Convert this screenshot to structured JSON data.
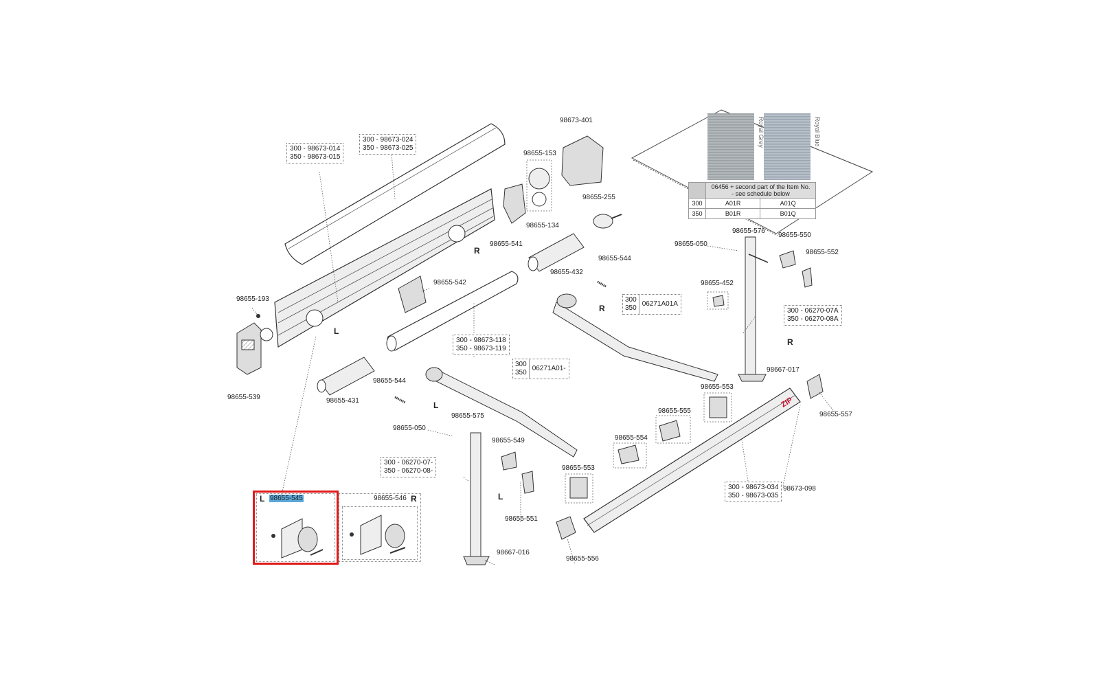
{
  "fabric": {
    "swatches": [
      {
        "name": "Royal Grey",
        "color": "#a3a9ad"
      },
      {
        "name": "Royal Blue",
        "color": "#a4afb8"
      }
    ],
    "schedule": {
      "header": "06456 + second part of the Item No.",
      "subheader": "- see schedule below",
      "rows": [
        {
          "size": "300",
          "grey": "A01R",
          "blue": "A01Q"
        },
        {
          "size": "350",
          "grey": "B01R",
          "blue": "B01Q"
        }
      ]
    }
  },
  "sides": {
    "L": "L",
    "R": "R"
  },
  "boxed_labels": {
    "case_front": [
      "300 - 98673-014",
      "350 - 98673-015"
    ],
    "case_top": [
      "300 - 98673-024",
      "350 - 98673-025"
    ],
    "roller_tube": [
      "300 - 98673-118",
      "350 - 98673-119"
    ],
    "leg_right": [
      "300 - 06270-07A",
      "350 - 06270-08A"
    ],
    "leg_left": [
      "300 - 06270-07-",
      "350 - 06270-08-"
    ],
    "front_rail": [
      "300 - 98673-034",
      "350 - 98673-035"
    ]
  },
  "twin_labels": {
    "arm_right": {
      "sizes": [
        "300",
        "350"
      ],
      "code": "06271A01A"
    },
    "arm_left": {
      "sizes": [
        "300",
        "350"
      ],
      "code": "06271A01-"
    }
  },
  "part_labels": {
    "p401": "98673-401",
    "p153": "98655-153",
    "p134": "98655-134",
    "p541": "98655-541",
    "p255": "98655-255",
    "p432": "98655-432",
    "p542": "98655-542",
    "p544a": "98655-544",
    "p544b": "98655-544",
    "p193": "98655-193",
    "p539": "98655-539",
    "p431": "98655-431",
    "p050a": "98655-050",
    "p050b": "98655-050",
    "p576": "98655-576",
    "p550": "98655-550",
    "p552": "98655-552",
    "p452": "98655-452",
    "p017": "98667-017",
    "p553a": "98655-553",
    "p553b": "98655-553",
    "p557": "98655-557",
    "p555": "98655-555",
    "p554": "98655-554",
    "p575": "98655-575",
    "p549": "98655-549",
    "p551": "98655-551",
    "p016": "98667-016",
    "p556": "98655-556",
    "p098": "98673-098",
    "p545": "98655-545",
    "p546": "98655-546"
  },
  "brand_text": "ZIP"
}
